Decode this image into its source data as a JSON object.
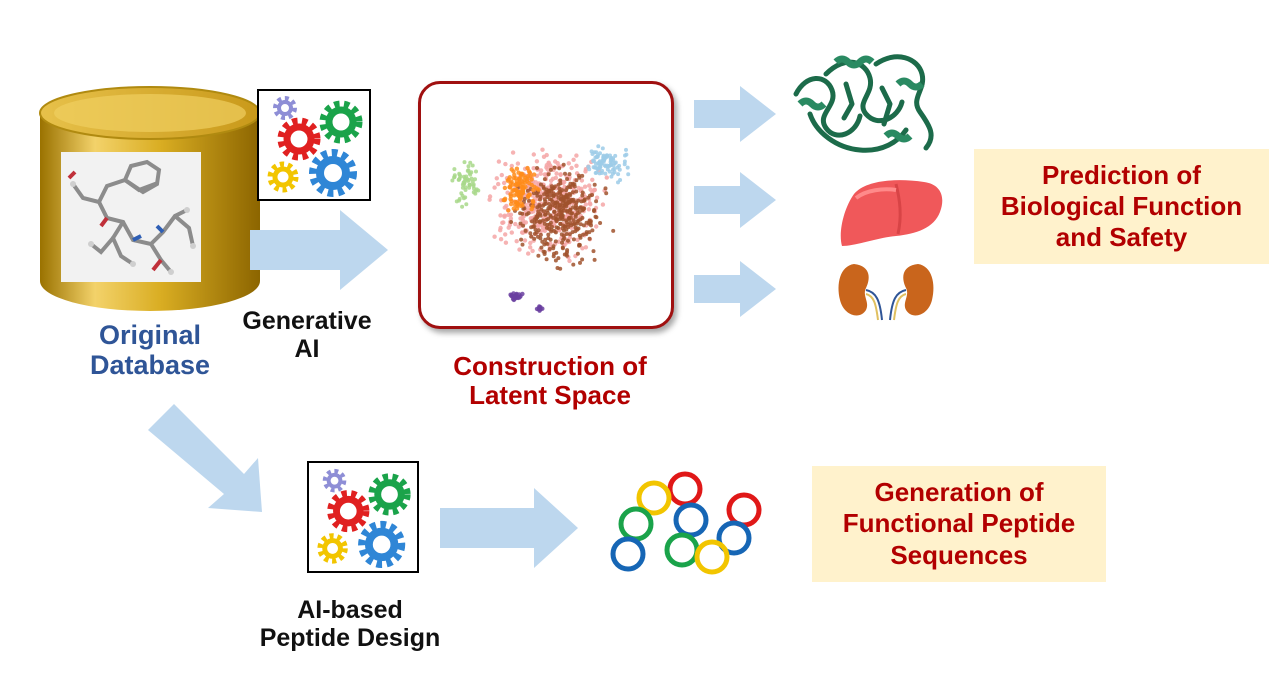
{
  "database": {
    "label_line1": "Original",
    "label_line2": "Database",
    "icon": "database-cylinder-icon",
    "gold": "#d4a017"
  },
  "generative_ai": {
    "label_line1": "Generative",
    "label_line2": "AI",
    "icon": "gears-icon"
  },
  "latent_space": {
    "label_line1": "Construction of",
    "label_line2": "Latent Space",
    "icon": "scatter-cluster-icon"
  },
  "prediction": {
    "text": "Prediction of\nBiological Function\nand Safety",
    "icons": [
      "protein-structure-icon",
      "liver-icon",
      "kidneys-icon"
    ]
  },
  "peptide_design": {
    "label_line1": "AI-based",
    "label_line2": "Peptide Design",
    "icon": "gears-icon"
  },
  "generation": {
    "text": "Generation of\nFunctional Peptide\nSequences",
    "icon": "peptide-rings-icon"
  },
  "colors": {
    "arrow": "#bdd7ee",
    "accent_red": "#b20000",
    "accent_blue": "#2f5597",
    "box_fill": "#fff2cc"
  }
}
